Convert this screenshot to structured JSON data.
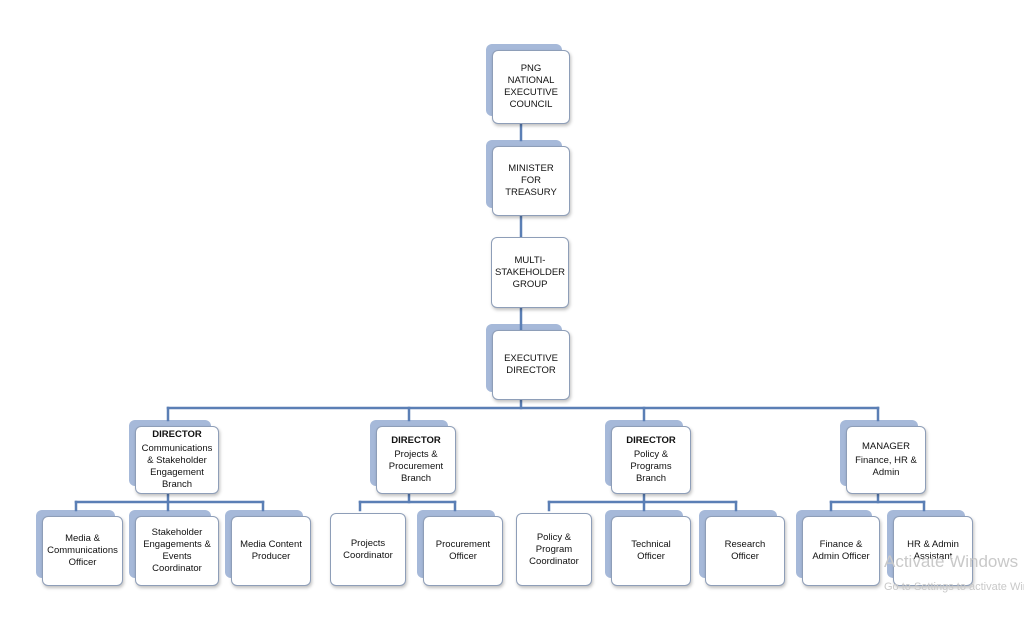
{
  "org": {
    "council": "PNG NATIONAL EXECUTIVE COUNCIL",
    "minister": "MINISTER FOR TREASURY",
    "msg": "MULTI-STAKEHOLDER GROUP",
    "executive_director": "EXECUTIVE DIRECTOR",
    "branches": [
      {
        "role": "DIRECTOR",
        "title": "Communications & Stakeholder Engagement Branch",
        "staff": [
          "Media & Communications Officer",
          "Stakeholder Engagements & Events Coordinator",
          "Media Content Producer"
        ]
      },
      {
        "role": "DIRECTOR",
        "title": "Projects & Procurement Branch",
        "staff": [
          "Projects Coordinator",
          "Procurement Officer"
        ]
      },
      {
        "role": "DIRECTOR",
        "title": "Policy & Programs Branch",
        "staff": [
          "Policy & Program Coordinator",
          "Technical Officer",
          "Research Officer"
        ]
      },
      {
        "role": "MANAGER",
        "title": "Finance, HR & Admin",
        "staff": [
          "Finance & Admin Officer",
          "HR & Admin Assistant"
        ]
      }
    ]
  },
  "watermark": {
    "line1": "Activate Windows",
    "line2": "Go to Settings to activate Windows."
  }
}
